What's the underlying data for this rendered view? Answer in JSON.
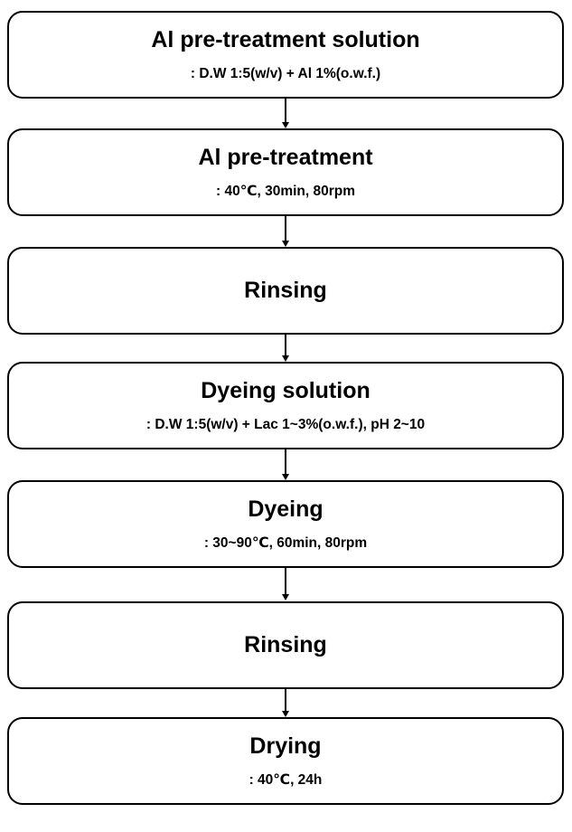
{
  "steps": [
    {
      "title": "Al pre-treatment solution",
      "detail": ": D.W 1:5(w/v) + Al 1%(o.w.f.)"
    },
    {
      "title": "Al pre-treatment",
      "detail": ": 40℃, 30min, 80rpm"
    },
    {
      "title": "Rinsing",
      "detail": ""
    },
    {
      "title": "Dyeing solution",
      "detail": ": D.W 1:5(w/v) + Lac 1~3%(o.w.f.), pH 2~10"
    },
    {
      "title": "Dyeing",
      "detail": ": 30~90℃, 60min, 80rpm"
    },
    {
      "title": "Rinsing",
      "detail": ""
    },
    {
      "title": "Drying",
      "detail": ": 40℃, 24h"
    }
  ],
  "colors": {
    "border": "#000000",
    "text": "#000000",
    "background": "#ffffff"
  }
}
